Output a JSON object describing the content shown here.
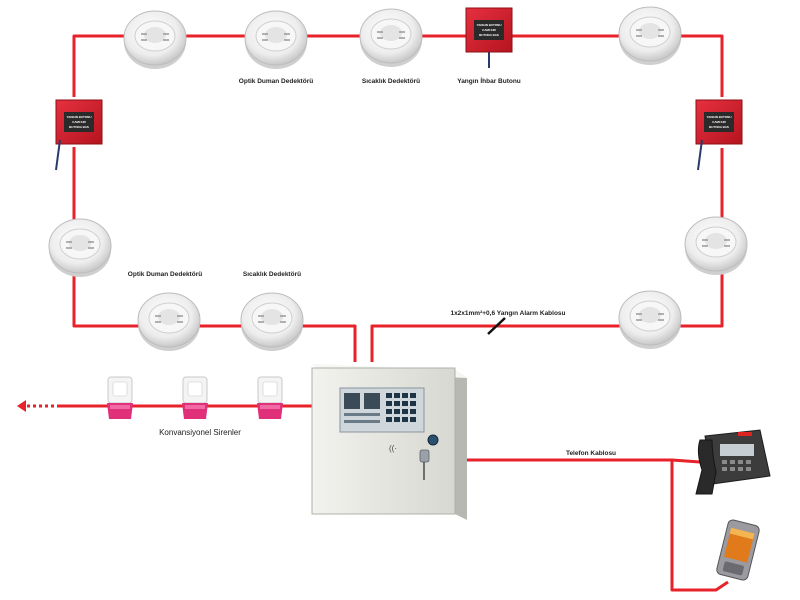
{
  "labels": {
    "optical_smoke_top": "Optik Duman Dedektörü",
    "heat_top": "Sıcaklık Dedektörü",
    "call_point": "Yangın İhbar Butonu",
    "optical_smoke_bottom": "Optik Duman Dedektörü",
    "heat_bottom": "Sıcaklık Dedektörü",
    "fire_cable": "1x2x1mm²+0,6 Yangın Alarm Kablosu",
    "sirens": "Konvansiyonel Sirenler",
    "phone_cable": "Telefon Kablosu"
  },
  "colors": {
    "wire": "#e8222a",
    "call_point_body": "#d4202c",
    "siren_pink": "#e0307a",
    "panel_body": "#e6e6e0"
  },
  "icons": {
    "detector": "smoke-detector-icon",
    "call_point": "manual-call-point-icon",
    "siren": "siren-icon",
    "panel": "fire-alarm-control-panel",
    "desk_phone": "desk-phone-icon",
    "mobile_phone": "mobile-phone-icon"
  }
}
